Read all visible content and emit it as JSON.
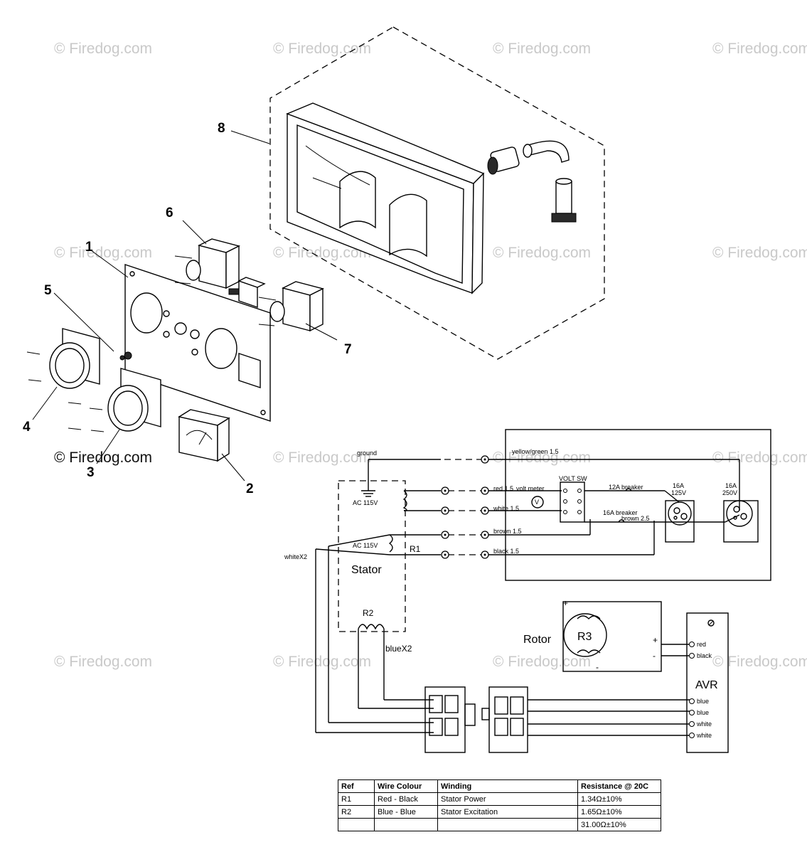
{
  "watermark": "© Firedog.com",
  "callouts": {
    "c1": "1",
    "c2": "2",
    "c3": "3",
    "c4": "4",
    "c5": "5",
    "c6": "6",
    "c7": "7",
    "c8": "8"
  },
  "wiring": {
    "ground": "ground",
    "yellow_green": "yellow/green 1.5",
    "red": "red 1.5",
    "volt_meter": "volt meter",
    "white": "white 1.5",
    "brown": "brown 1.5",
    "black": "black 1.5",
    "volt_sw": "VOLT SW",
    "breaker_12a": "12A breaker",
    "breaker_16a": "16A breaker",
    "brown_25": "brown 2.5",
    "outlet_a_amp": "16A",
    "outlet_a_volt": "125V",
    "outlet_b_amp": "16A",
    "outlet_b_volt": "250V",
    "ac1": "AC 115V",
    "ac2": "AC 115V",
    "r1": "R1",
    "stator": "Stator",
    "white_x2": "whiteX2",
    "r2": "R2",
    "blue_x2": "blueX2",
    "rotor": "Rotor",
    "r3": "R3",
    "plus_top": "+",
    "plus_right": "+",
    "minus_right": "-",
    "minus_bottom": "-",
    "v": "V",
    "avr": "AVR",
    "avr_pins": [
      "red",
      "black",
      "blue",
      "blue",
      "white",
      "white"
    ]
  },
  "table": {
    "headers": [
      "Ref",
      "Wire Colour",
      "Winding",
      "Resistance @ 20C"
    ],
    "rows": [
      [
        "R1",
        "Red - Black",
        "Stator Power",
        "1.34Ω±10%"
      ],
      [
        "R2",
        "Blue - Blue",
        "Stator Excitation",
        "1.65Ω±10%"
      ],
      [
        "",
        "",
        "",
        "31.00Ω±10%"
      ]
    ]
  }
}
